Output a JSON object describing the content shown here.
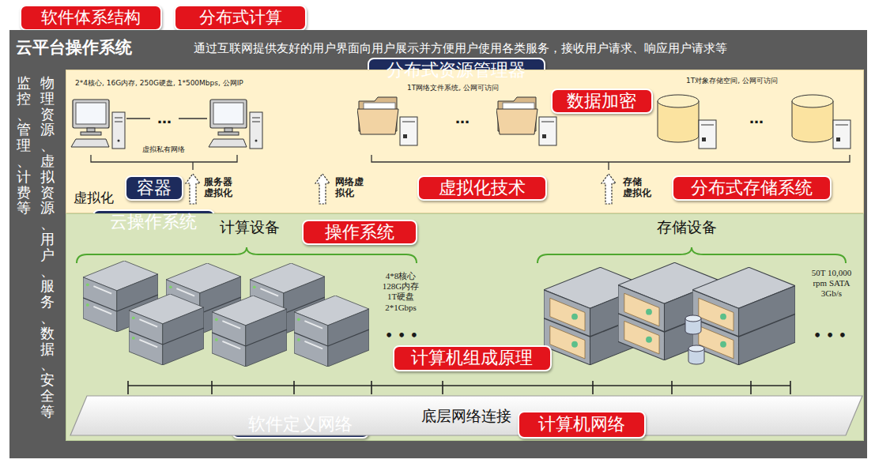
{
  "diagram": {
    "nodes": [
      {
        "text": [
          "软件体系结构"
        ]
      },
      {
        "text": [
          "分布式计算"
        ]
      },
      {
        "text": [
          "云平台操作系统",
          "通过互联网提供友好的用户界面向用户展示并方便用户使用各类服务，接收用户请求、响应用户请求等",
          "监控、管理、计费等",
          "物理资源、虚拟资源、用户、服务、数据、安全等"
        ]
      },
      {
        "text": [
          "分布式资源管理器"
        ],
        "in": 2
      },
      {
        "text": [
          "虚拟化"
        ],
        "in": 2
      },
      {
        "text": [
          "数据加密"
        ],
        "in": 4
      },
      {
        "text": [
          "容器"
        ],
        "in": 4
      },
      {
        "text": [
          "虚拟化技术"
        ],
        "in": 4
      },
      {
        "text": [
          "分布式存储系统"
        ],
        "in": 4
      },
      {
        "text": [
          "云操作系统"
        ],
        "in": 2
      },
      {
        "text": [
          "计算设备",
          "存储设备"
        ],
        "in": 2
      },
      {
        "text": [
          "操作系统"
        ],
        "in": 10
      },
      {
        "text": [
          "计算机组成原理"
        ],
        "in": 10
      },
      {
        "text": [
          "软件定义网络"
        ],
        "in": 10
      },
      {
        "text": [
          "底层网络连接"
        ],
        "in": 10
      },
      {
        "text": [
          "计算机网络"
        ],
        "in": 10
      }
    ],
    "labels": [
      "2*4核心, 16G内存, 250G硬盘, 1*500Mbps, 公网IP",
      "…",
      "虚拟私有网络",
      "1T网络文件系统, 公网可访问",
      "…",
      "1T对象存储空间, 公网可访问",
      "…",
      "服务器 虚拟化",
      "网络虚 拟化",
      "存储 虚拟化",
      "4*8核心 128G内存 1T硬盘 2*1Gbps",
      "• • •",
      "50T 10,000 rpm SATA 3Gb/s",
      "• • •"
    ]
  }
}
